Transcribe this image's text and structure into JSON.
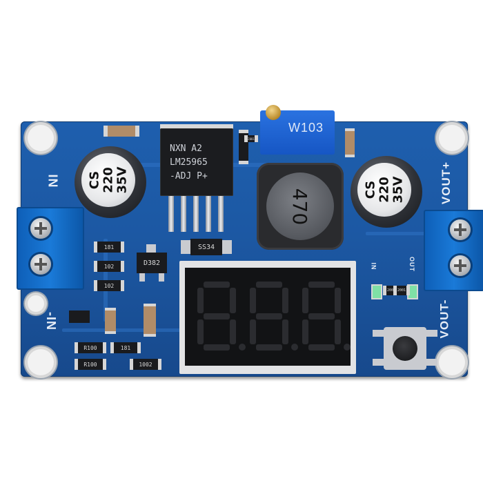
{
  "silkscreen": {
    "in_label": "IN",
    "in_minus_label": "-IN",
    "vout_plus_label": "VOUT+",
    "vout_minus_label": "VOUT-",
    "led_in_label": "IN",
    "led_out_label": "OUT"
  },
  "capacitors": {
    "left": {
      "line1": "CS",
      "line2": "220",
      "line3": "35V"
    },
    "right": {
      "line1": "CS",
      "line2": "220",
      "line3": "35V"
    }
  },
  "regulator_ic": {
    "line1": "NXN A2",
    "line2": "LM25965",
    "line3": "-ADJ P+"
  },
  "inductor_marking": "470",
  "trimmer_marking": "W103",
  "diode_marking": "SS34",
  "transistor_marking": "D382",
  "resistors": {
    "r1": "181",
    "r2": "102",
    "r3": "102",
    "r4": "R100",
    "r5": "R100",
    "r6": "181",
    "r7": "1002",
    "r8": "2001",
    "r9": "2001",
    "r10": "2001"
  }
}
